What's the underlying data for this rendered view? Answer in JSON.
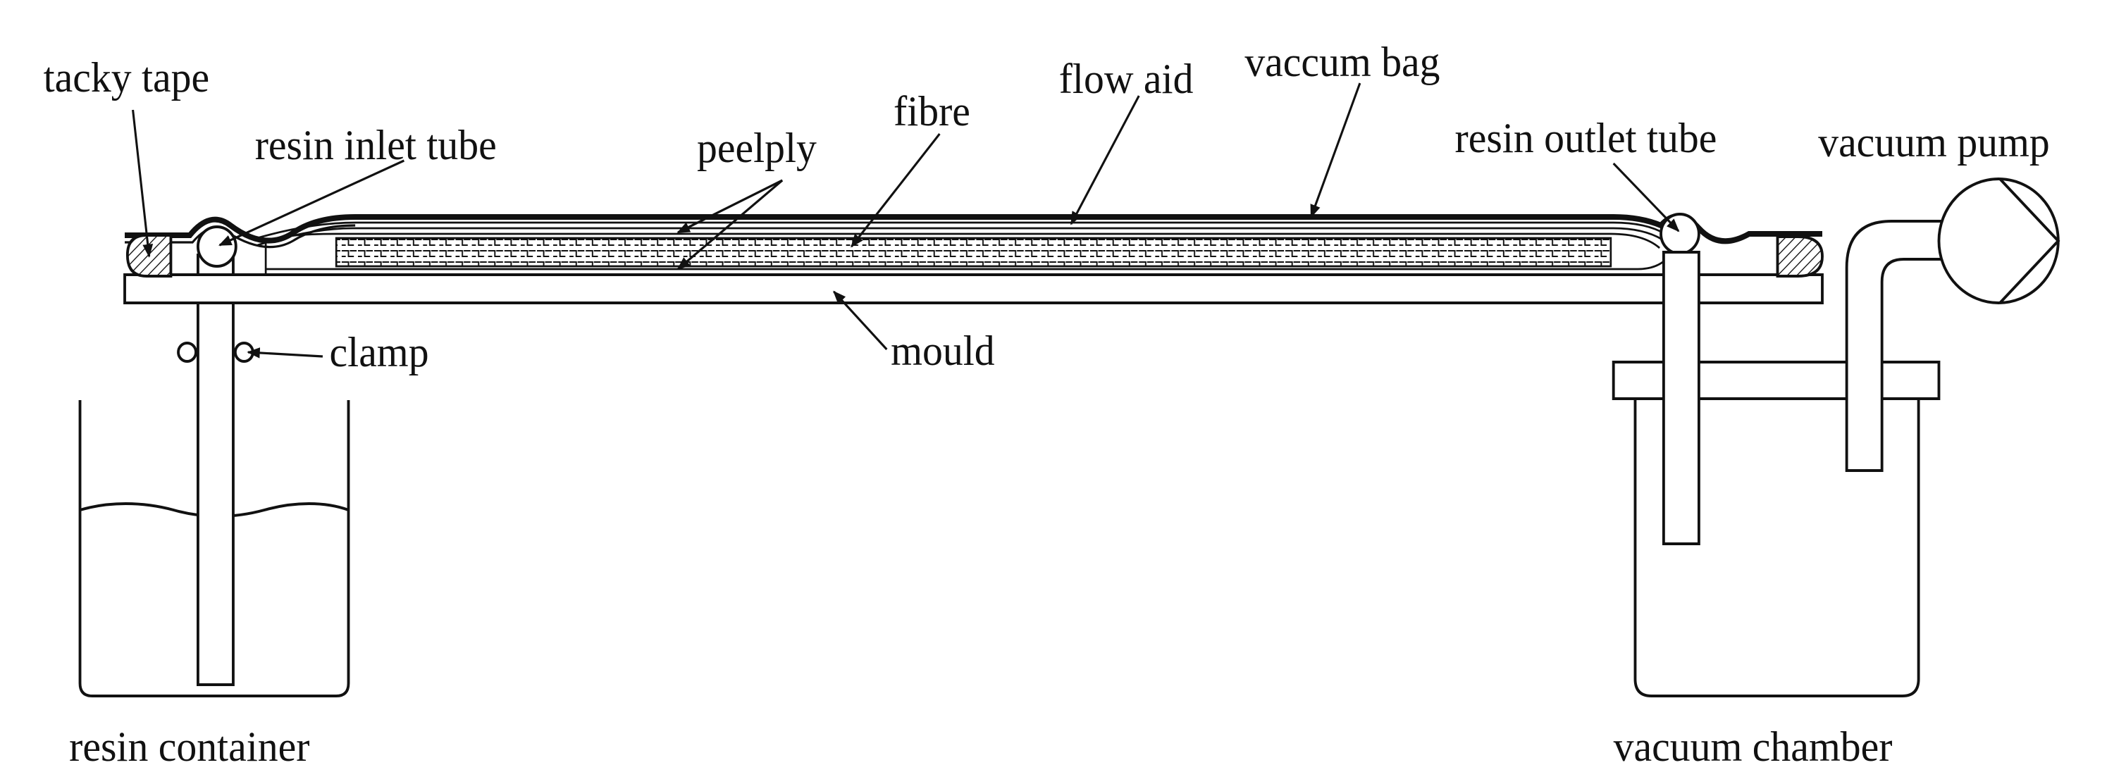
{
  "labels": {
    "tacky_tape": "tacky tape",
    "resin_inlet_tube": "resin inlet tube",
    "peelply": "peelply",
    "fibre": "fibre",
    "flow_aid": "flow aid",
    "vaccum_bag": "vaccum bag",
    "resin_outlet_tube": "resin outlet tube",
    "vacuum_pump": "vacuum pump",
    "clamp": "clamp",
    "mould": "mould",
    "resin_container": "resin container",
    "vacuum_chamber": "vacuum chamber"
  }
}
